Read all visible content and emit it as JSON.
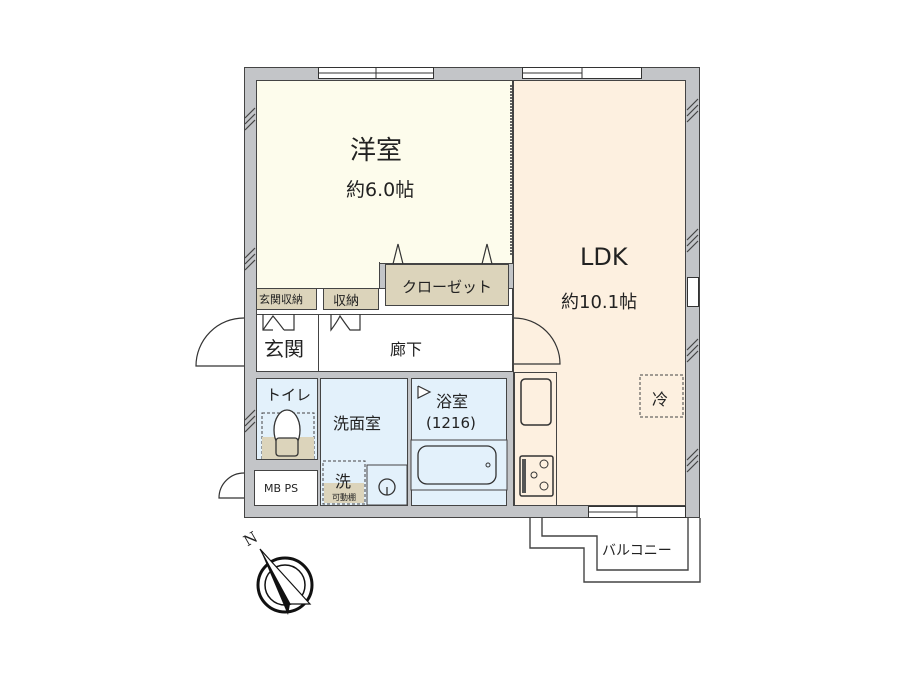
{
  "rooms": {
    "western_room": {
      "name": "洋室",
      "size": "約6.0帖"
    },
    "ldk": {
      "name": "LDK",
      "size": "約10.1帖"
    },
    "closet": {
      "name": "クローゼット"
    },
    "entrance_storage": {
      "name": "玄関収納"
    },
    "storage": {
      "name": "収納"
    },
    "entrance": {
      "name": "玄関"
    },
    "hallway": {
      "name": "廊下"
    },
    "toilet": {
      "name": "トイレ"
    },
    "washroom": {
      "name": "洗面室"
    },
    "bathroom": {
      "name": "浴室",
      "unit_size": "(1216)"
    },
    "mb_ps": {
      "name": "MB PS"
    },
    "washer": {
      "name": "洗",
      "note": "可動棚"
    },
    "fridge": {
      "name": "冷"
    },
    "balcony": {
      "name": "バルコニー"
    }
  },
  "compass": {
    "north_label": "N"
  },
  "colors": {
    "wall": "#c3c5c8",
    "western_room": "#fdfcec",
    "ldk": "#fdf0e0",
    "wet_area": "#e3f1fb",
    "storage": "#dcd4bb",
    "line": "#444444"
  }
}
